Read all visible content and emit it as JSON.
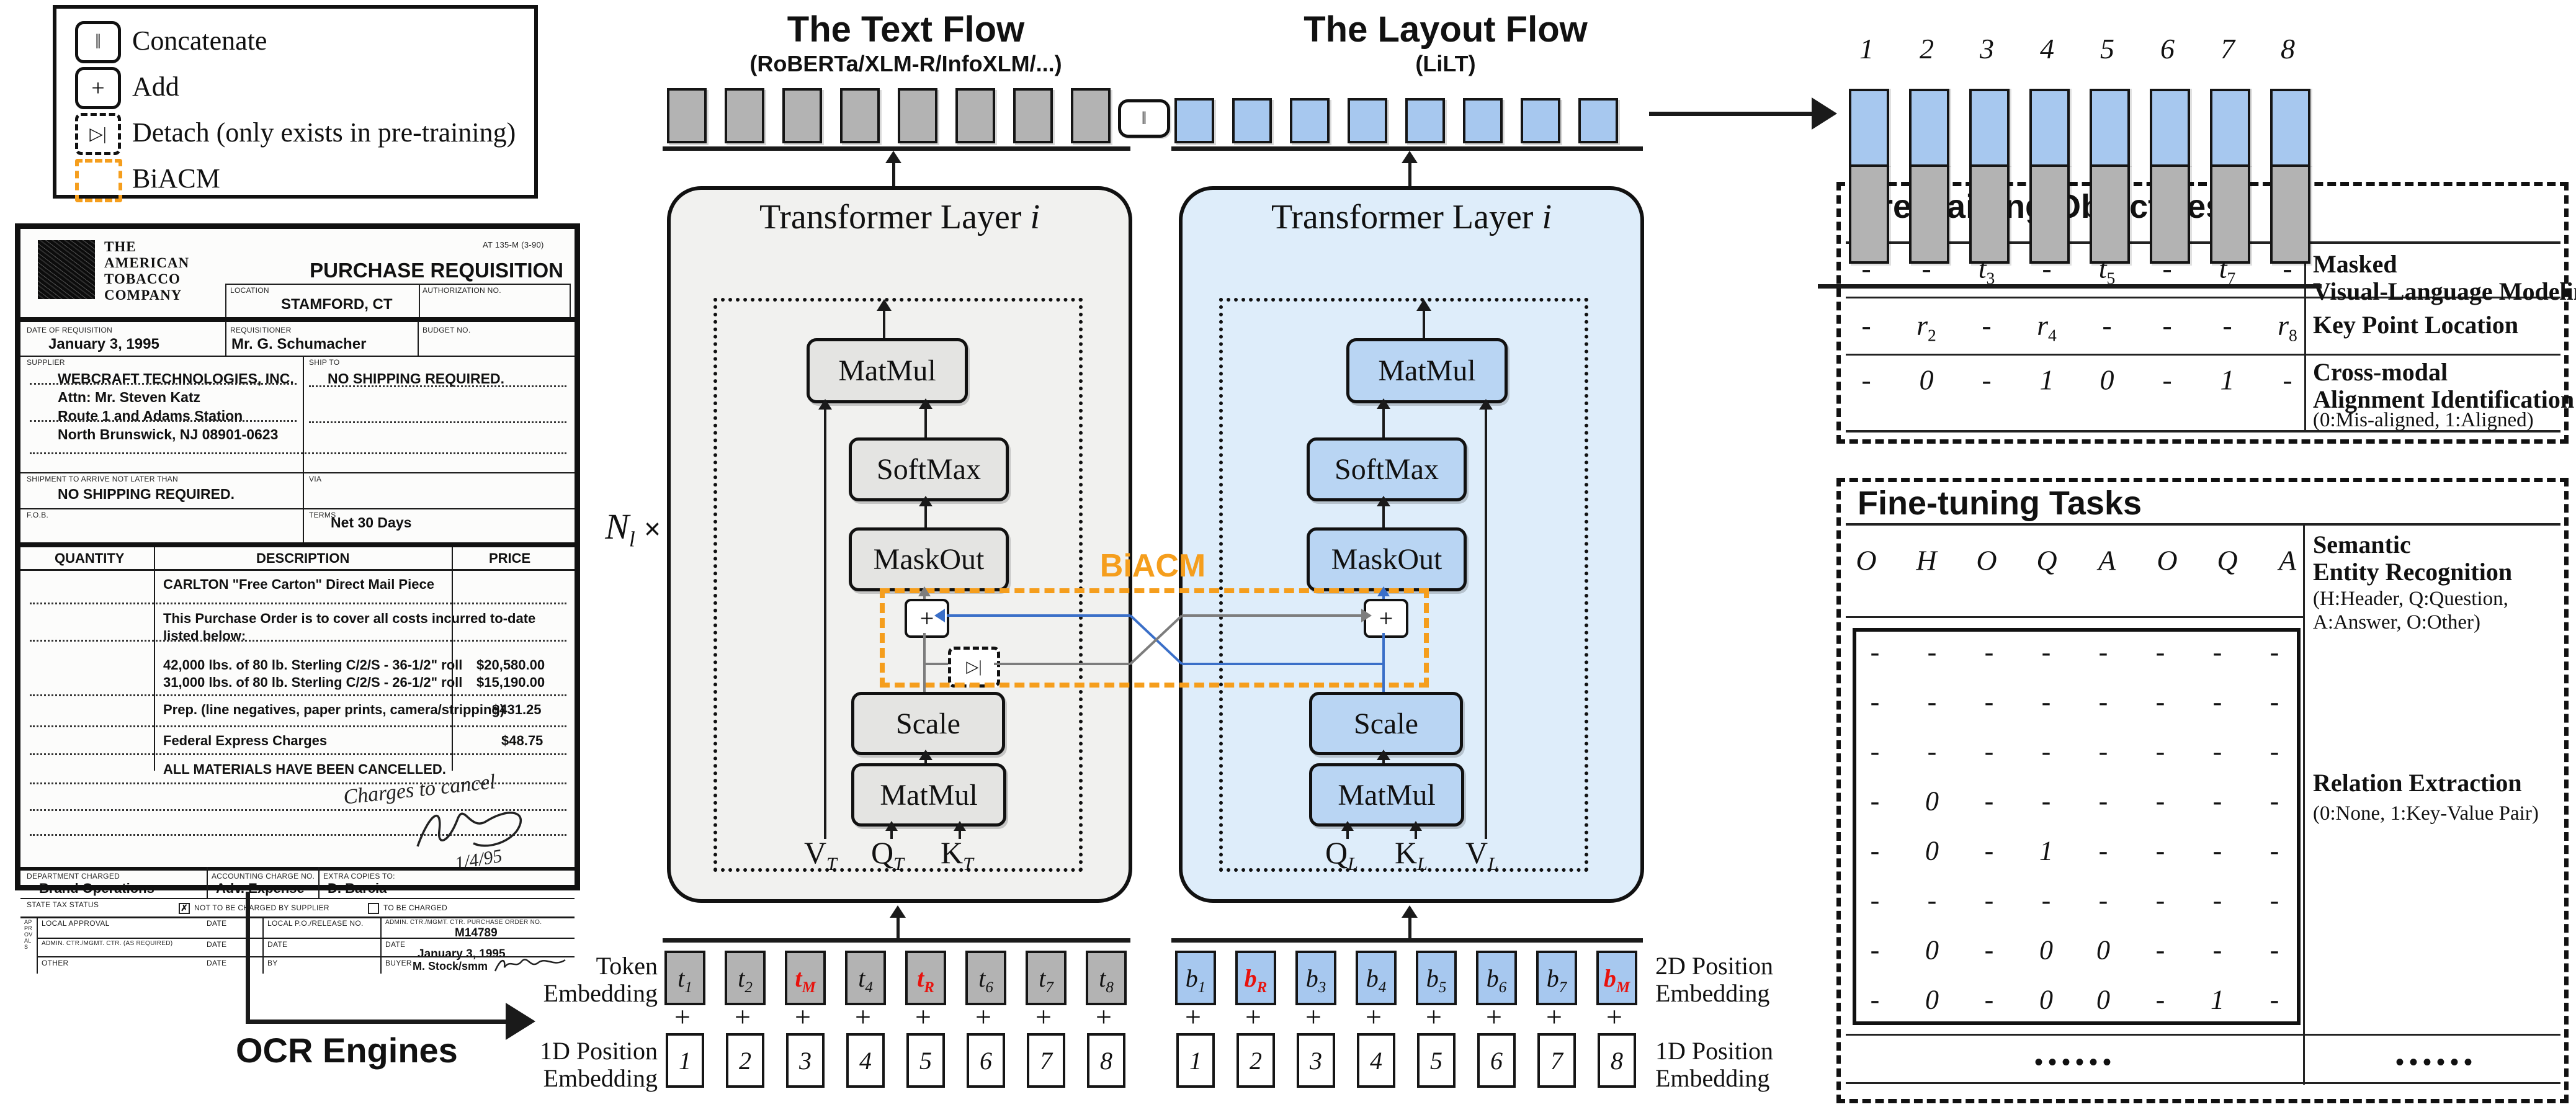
{
  "colors": {
    "orange": "#F59E1D",
    "blue_line": "#3A6FC8",
    "gray_line": "#7d7d7d",
    "gray_bar": "#B3B3B3",
    "blue_bar": "#A7C8EF",
    "text_bg": "#F1F1EF",
    "layout_bg": "#DEEDFA",
    "block_gray": "#E4E4E2",
    "block_blue": "#B9D5F3",
    "red": "#E8120D"
  },
  "legend": {
    "items": [
      {
        "icon": "concat-icon",
        "glyph": "‖",
        "label": "Concatenate"
      },
      {
        "icon": "add-icon",
        "glyph": "+",
        "label": "Add"
      },
      {
        "icon": "detach-icon",
        "glyph": "▷|",
        "label": "Detach (only exists in pre-training)"
      },
      {
        "icon": "biacm-icon",
        "glyph": "",
        "label": "BiACM"
      }
    ]
  },
  "ocr": {
    "label": "OCR Engines"
  },
  "flows": {
    "text": {
      "title": "The Text Flow",
      "subtitle": "(RoBERTa/XLM-R/InfoXLM/...)"
    },
    "layout": {
      "title": "The Layout Flow",
      "subtitle": "(LiLT)"
    }
  },
  "concat_glyph": "‖",
  "n_times": {
    "base": "N",
    "sub": "l",
    "times": "×"
  },
  "biacm": {
    "label": "BiACM"
  },
  "transformer": {
    "title": "Transformer Layer ",
    "title_var": "i",
    "blocks": {
      "matmul_top": "MatMul",
      "softmax": "SoftMax",
      "maskout": "MaskOut",
      "plus": "+",
      "detach": "▷|",
      "scale": "Scale",
      "matmul_bot": "MatMul"
    },
    "text_inputs": [
      {
        "base": "V",
        "sub": "T"
      },
      {
        "base": "Q",
        "sub": "T"
      },
      {
        "base": "K",
        "sub": "T"
      }
    ],
    "layout_inputs": [
      {
        "base": "Q",
        "sub": "L"
      },
      {
        "base": "K",
        "sub": "L"
      },
      {
        "base": "V",
        "sub": "L"
      }
    ]
  },
  "embeddings": {
    "token_label_lines": [
      "Token",
      "Embedding"
    ],
    "pos1d_label_lines": [
      "1D Position",
      "Embedding"
    ],
    "pos2d_label_lines": [
      "2D Position",
      "Embedding"
    ],
    "pos1d_right_label_lines": [
      "1D Position",
      "Embedding"
    ],
    "plus": "+",
    "text_tokens": [
      {
        "base": "t",
        "sub": "1",
        "red": false
      },
      {
        "base": "t",
        "sub": "2",
        "red": false
      },
      {
        "base": "t",
        "sub": "M",
        "red": true
      },
      {
        "base": "t",
        "sub": "4",
        "red": false
      },
      {
        "base": "t",
        "sub": "R",
        "red": true
      },
      {
        "base": "t",
        "sub": "6",
        "red": false
      },
      {
        "base": "t",
        "sub": "7",
        "red": false
      },
      {
        "base": "t",
        "sub": "8",
        "red": false
      }
    ],
    "layout_tokens": [
      {
        "base": "b",
        "sub": "1",
        "red": false
      },
      {
        "base": "b",
        "sub": "R",
        "red": true
      },
      {
        "base": "b",
        "sub": "3",
        "red": false
      },
      {
        "base": "b",
        "sub": "4",
        "red": false
      },
      {
        "base": "b",
        "sub": "5",
        "red": false
      },
      {
        "base": "b",
        "sub": "6",
        "red": false
      },
      {
        "base": "b",
        "sub": "7",
        "red": false
      },
      {
        "base": "b",
        "sub": "M",
        "red": true
      }
    ],
    "positions": [
      "1",
      "2",
      "3",
      "4",
      "5",
      "6",
      "7",
      "8"
    ]
  },
  "output_columns": {
    "numbers": [
      "1",
      "2",
      "3",
      "4",
      "5",
      "6",
      "7",
      "8"
    ]
  },
  "pretraining": {
    "title": "Pre-training Objectives",
    "rows": [
      {
        "values": [
          "-",
          "-",
          "t3",
          "-",
          "t5",
          "-",
          "t7",
          "-"
        ],
        "label_lines": [
          "Masked",
          "Visual-Language Modeling"
        ],
        "note_lines": []
      },
      {
        "values": [
          "-",
          "r2",
          "-",
          "r4",
          "-",
          "-",
          "-",
          "r8"
        ],
        "label_lines": [
          "Key Point Location"
        ],
        "note_lines": []
      },
      {
        "values": [
          "-",
          "0",
          "-",
          "1",
          "0",
          "-",
          "1",
          "-"
        ],
        "label_lines": [
          "Cross-modal",
          "Alignment Identification"
        ],
        "note_lines": [
          "(0:Mis-aligned, 1:Aligned)"
        ]
      }
    ]
  },
  "finetuning": {
    "title": "Fine-tuning Tasks",
    "ser": {
      "values": [
        "O",
        "H",
        "O",
        "Q",
        "A",
        "O",
        "Q",
        "A"
      ],
      "label_lines": [
        "Semantic",
        "Entity Recognition"
      ],
      "note_lines": [
        "(H:Header, Q:Question,",
        "A:Answer, O:Other)"
      ]
    },
    "matrix": [
      [
        "-",
        "-",
        "-",
        "-",
        "-",
        "-",
        "-",
        "-"
      ],
      [
        "-",
        "-",
        "-",
        "-",
        "-",
        "-",
        "-",
        "-"
      ],
      [
        "-",
        "-",
        "-",
        "-",
        "-",
        "-",
        "-",
        "-"
      ],
      [
        "-",
        "0",
        "-",
        "-",
        "-",
        "-",
        "-",
        "-"
      ],
      [
        "-",
        "0",
        "-",
        "1",
        "-",
        "-",
        "-",
        "-"
      ],
      [
        "-",
        "-",
        "-",
        "-",
        "-",
        "-",
        "-",
        "-"
      ],
      [
        "-",
        "0",
        "-",
        "0",
        "0",
        "-",
        "-",
        "-"
      ],
      [
        "-",
        "0",
        "-",
        "0",
        "0",
        "-",
        "1",
        "-"
      ]
    ],
    "re": {
      "label_lines": [
        "Relation Extraction"
      ],
      "note_lines": [
        "(0:None, 1:Key-Value Pair)"
      ]
    },
    "dots_left": "••••••",
    "dots_right": "••••••"
  },
  "document": {
    "form_code": "AT 135-M (3-90)",
    "company_lines": [
      "THE",
      "AMERICAN",
      "TOBACCO",
      "COMPANY"
    ],
    "title": "PURCHASE REQUISITION",
    "location_label": "LOCATION",
    "location": "STAMFORD, CT",
    "auth_label": "AUTHORIZATION NO.",
    "date_label": "DATE OF REQUISITION",
    "date": "January 3, 1995",
    "req_label": "REQUISITIONER",
    "requisitioner": "Mr. G. Schumacher",
    "budget_label": "BUDGET NO.",
    "supplier_label": "SUPPLIER",
    "supplier_lines": [
      "WEBCRAFT TECHNOLOGIES, INC.",
      "Attn: Mr. Steven Katz",
      "Route 1 and Adams Station",
      "North Brunswick, NJ 08901-0623"
    ],
    "shipto_label": "SHIP TO",
    "shipto": "NO SHIPPING REQUIRED.",
    "arrive_label": "SHIPMENT TO ARRIVE NOT LATER THAN",
    "arrive": "NO SHIPPING REQUIRED.",
    "via_label": "VIA",
    "fob_label": "F.O.B.",
    "terms_label": "TERMS",
    "terms": "Net 30 Days",
    "qty_header": "QUANTITY",
    "desc_header": "DESCRIPTION",
    "price_header": "PRICE",
    "item1": "CARLTON \"Free Carton\" Direct Mail Piece",
    "item2a": "This Purchase Order is to cover all costs incurred to-date",
    "item2b": "listed below:",
    "item3": "42,000 lbs. of 80 lb. Sterling C/2/S - 36-1/2\" roll",
    "price3": "$20,580.00",
    "item4": "31,000 lbs. of 80 lb. Sterling C/2/S - 26-1/2\" roll",
    "price4": "$15,190.00",
    "item5": "Prep. (line negatives, paper prints, camera/stripping)",
    "price5": "$431.25",
    "item6": "Federal Express Charges",
    "price6": "$48.75",
    "item7": "ALL MATERIALS HAVE BEEN CANCELLED.",
    "handwriting": "Charges to cancel",
    "handwriting_date": "1/4/95",
    "dept_label": "DEPARTMENT CHARGED",
    "dept": "Brand Operations",
    "acct_label": "ACCOUNTING CHARGE NO.",
    "acct": "Adv. Expense",
    "copies_label": "EXTRA COPIES TO:",
    "copies": "D. Barcia",
    "tax_label": "STATE TAX STATUS",
    "tax_opt1": "NOT TO BE CHARGED BY SUPPLIER",
    "tax_opt2": "TO BE CHARGED",
    "approvals": "APPROVALS",
    "local_approval_label": "LOCAL APPROVAL",
    "date_small": "DATE",
    "po_label": "LOCAL P.O./RELEASE NO.",
    "admin_po_label": "ADMIN. CTR./MGMT. CTR.  PURCHASE ORDER NO.",
    "po_number": "M14789",
    "admin_label": "ADMIN. CTR./MGMT. CTR. (AS REQUIRED)",
    "po_date": "January 3, 1995",
    "other_label": "OTHER",
    "by_label": "BY",
    "buyer_label": "BUYER",
    "buyer": "M. Stock/smm"
  }
}
